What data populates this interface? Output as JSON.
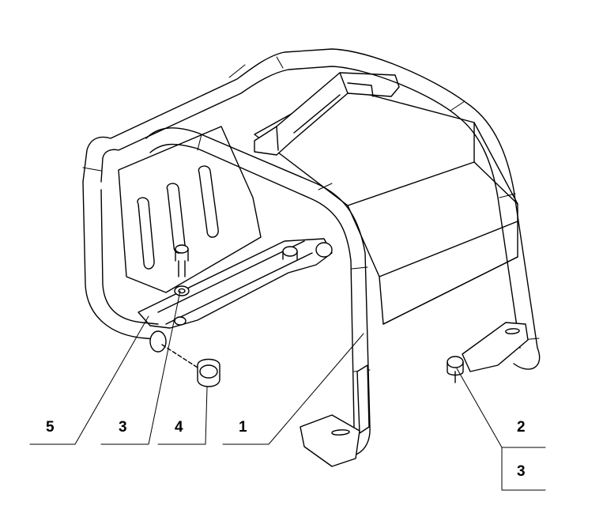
{
  "callouts": [
    {
      "id": "c5",
      "text": "5",
      "part": "socket-screw"
    },
    {
      "id": "c3a",
      "text": "3",
      "part": "washer"
    },
    {
      "id": "c4",
      "text": "4",
      "part": "end-cap"
    },
    {
      "id": "c1",
      "text": "1",
      "part": "crash-bar-frame"
    },
    {
      "id": "c2",
      "text": "2",
      "part": "bracket-bolt"
    },
    {
      "id": "c3b",
      "text": "3",
      "part": "bracket-washer"
    }
  ],
  "colors": {
    "ink": "#000000",
    "paper": "#ffffff"
  }
}
